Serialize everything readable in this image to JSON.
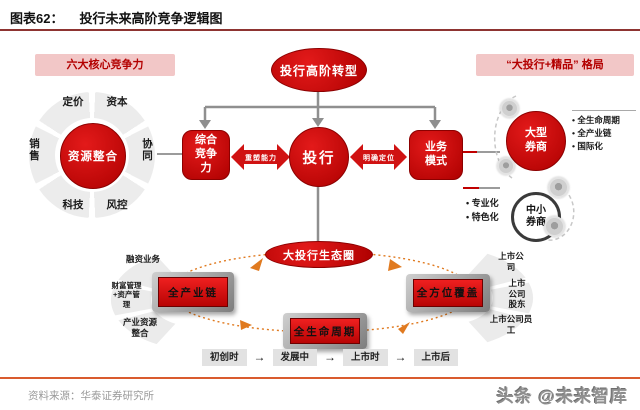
{
  "header": {
    "figure_label": "图表62：",
    "title": "投行未来高阶竞争逻辑图"
  },
  "left_section": {
    "label": "六大核心竞争力",
    "wheel_center": "资源整合",
    "wheel_segments": [
      "定价",
      "资本",
      "协同",
      "风控",
      "科技",
      "销售"
    ]
  },
  "center_flow": {
    "top_node": "投行高阶转型",
    "left_node": "综合竞争力",
    "center_node": "投行",
    "right_node": "业务模式",
    "left_edge_label": "重塑能力",
    "right_edge_label": "明确定位"
  },
  "right_section": {
    "label": "“大投行+精品” 格局",
    "large_broker": "大型券商",
    "large_broker_points": [
      "全生命周期",
      "全产业链",
      "国际化"
    ],
    "small_broker": "中小券商",
    "small_broker_points": [
      "专业化",
      "特色化"
    ]
  },
  "ecosystem": {
    "hub": "大投行生态圈",
    "chain_box": "全产业链",
    "lifecycle_box": "全生命周期",
    "coverage_box": "全方位覆盖",
    "left_services": [
      "融资业务",
      "财富管理+资产管理",
      "产业资源整合"
    ],
    "right_clients": [
      "上市公司",
      "上市公司股东",
      "上市公司员工"
    ],
    "stages": [
      "初创时",
      "发展中",
      "上市时",
      "上市后"
    ],
    "stage_arrow": "→"
  },
  "footer": {
    "source": "资料来源：华泰证券研究所",
    "watermark": "头条 @未来智库"
  },
  "colors": {
    "accent_red": "#c00000",
    "pink_label_bg": "#f2c7c7",
    "connector_gray": "#8f8f8f",
    "orbit_orange": "#e07a20"
  }
}
